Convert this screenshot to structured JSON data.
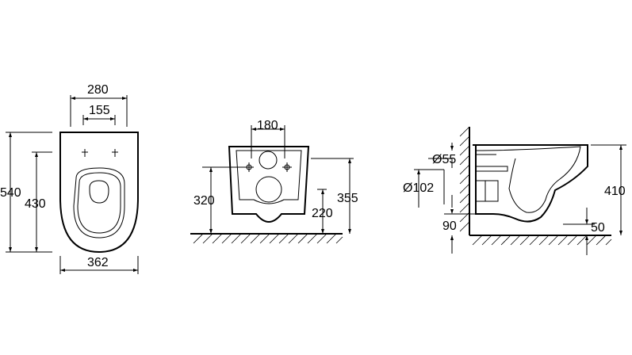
{
  "top_view": {
    "outer_width": "280",
    "inner_width": "155",
    "length": "540",
    "fixing_distance": "430",
    "base_width": "362"
  },
  "front_view": {
    "fixing_width": "180",
    "fixing_height": "320",
    "outlet_height": "220",
    "total_height": "355"
  },
  "side_view": {
    "inlet_diameter": "Ø55",
    "outlet_diameter": "Ø102",
    "outlet_offset": "90",
    "height": "410",
    "floor_clearance": "50"
  },
  "colors": {
    "line": "#000000",
    "background": "#ffffff"
  }
}
